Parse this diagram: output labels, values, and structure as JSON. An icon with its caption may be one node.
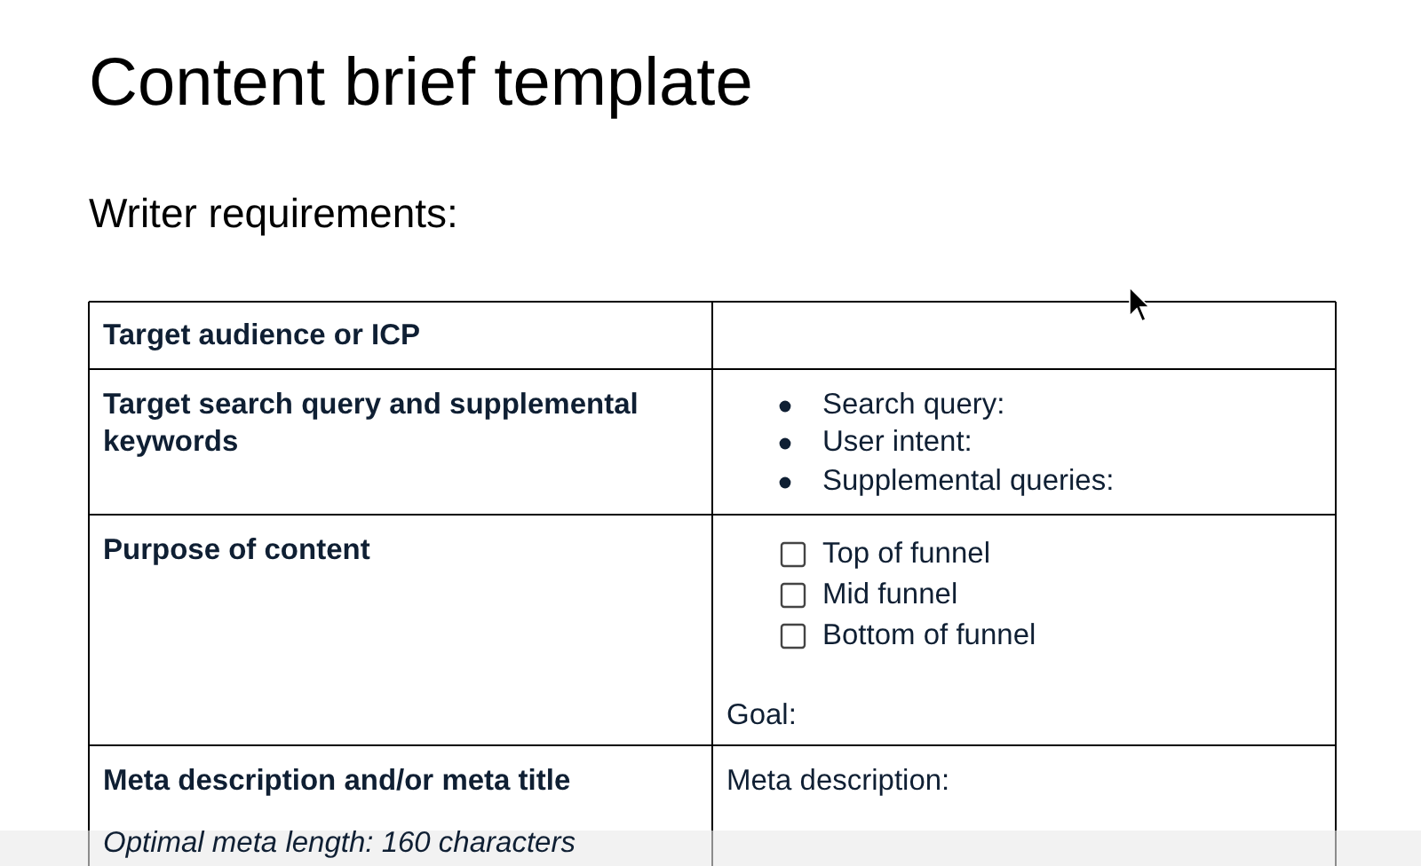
{
  "diagram": {
    "title": "Content brief template",
    "labels": [
      "Writer requirements:",
      "Target audience or ICP",
      "Target search query and supplemental keywords",
      "Search query:",
      "User intent:",
      "Supplemental queries:",
      "Purpose of content",
      "Top of funnel",
      "Mid funnel",
      "Bottom of funnel",
      "Goal:",
      "Meta description and/or meta title",
      "Meta description:",
      "Optimal meta length: 160 characters"
    ]
  }
}
